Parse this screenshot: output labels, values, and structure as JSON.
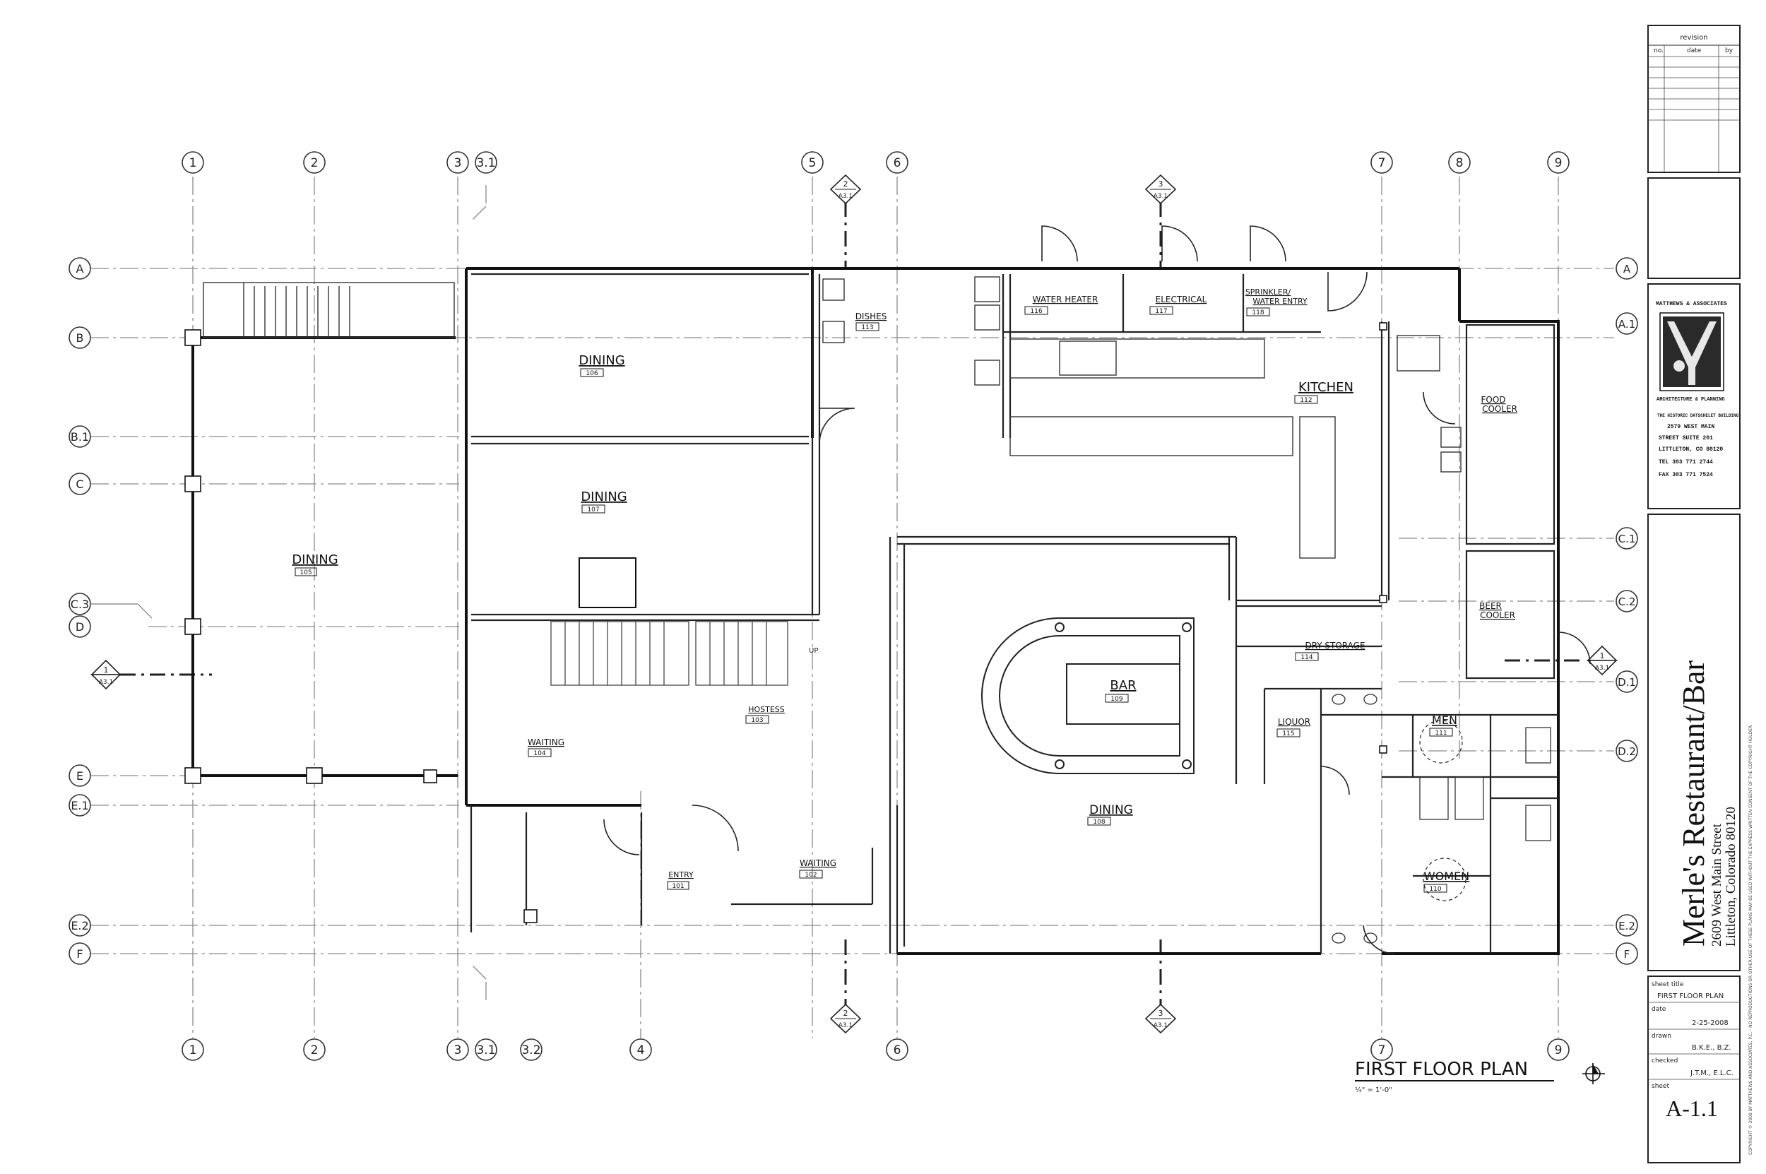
{
  "grid": {
    "columns": [
      "1",
      "2",
      "3",
      "3.1",
      "5",
      "6",
      "7",
      "8",
      "9"
    ],
    "columns_bottom": [
      "1",
      "2",
      "3",
      "3.1",
      "3.2",
      "4",
      "6",
      "7",
      "9"
    ],
    "rows_left": [
      "A",
      "B",
      "B.1",
      "C",
      "C.3",
      "D",
      "E",
      "E.1",
      "E.2",
      "F"
    ],
    "rows_right": [
      "A",
      "A.1",
      "C.1",
      "C.2",
      "D.1",
      "D.2",
      "E.2",
      "F"
    ]
  },
  "section_markers": [
    {
      "num": "2",
      "sheet": "A3.1"
    },
    {
      "num": "3",
      "sheet": "A3.1"
    },
    {
      "num": "1",
      "sheet": "A3.1"
    },
    {
      "num": "2",
      "sheet": "A3.1"
    },
    {
      "num": "3",
      "sheet": "A3.1"
    },
    {
      "num": "1",
      "sheet": "A3.1"
    }
  ],
  "rooms": {
    "dining_105": {
      "name": "DINING",
      "num": "105"
    },
    "dining_106": {
      "name": "DINING",
      "num": "106"
    },
    "dining_107": {
      "name": "DINING",
      "num": "107"
    },
    "dining_108": {
      "name": "DINING",
      "num": "108"
    },
    "waiting_104": {
      "name": "WAITING",
      "num": "104"
    },
    "waiting_102": {
      "name": "WAITING",
      "num": "102"
    },
    "entry_101": {
      "name": "ENTRY",
      "num": "101"
    },
    "hostess_103": {
      "name": "HOSTESS",
      "num": "103"
    },
    "bar_109": {
      "name": "BAR",
      "num": "109"
    },
    "liquor_115": {
      "name": "LIQUOR",
      "num": "115"
    },
    "men_111": {
      "name": "MEN",
      "num": "111"
    },
    "women_110": {
      "name": "WOMEN",
      "num": "110"
    },
    "kitchen_112": {
      "name": "KITCHEN",
      "num": "112"
    },
    "dishes_113": {
      "name": "DISHES",
      "num": "113"
    },
    "water_heater_116": {
      "name": "WATER HEATER",
      "num": "116"
    },
    "electrical_117": {
      "name": "ELECTRICAL",
      "num": "117"
    },
    "sprinkler_118": {
      "name_1": "SPRINKLER/",
      "name_2": "WATER ENTRY",
      "num": "118"
    },
    "dry_storage_114": {
      "name": "DRY STORAGE",
      "num": "114"
    },
    "food_cooler": {
      "name_1": "FOOD",
      "name_2": "COOLER"
    },
    "beer_cooler": {
      "name_1": "BEER",
      "name_2": "COOLER"
    }
  },
  "stair_up": "UP",
  "plan_title": "FIRST FLOOR PLAN",
  "plan_scale": "¼\" = 1'-0\"",
  "title_block": {
    "revision": {
      "header": "revision",
      "col_no": "no.",
      "col_date": "date",
      "col_by": "by"
    },
    "firm": {
      "name": "MATTHEWS & ASSOCIATES",
      "tagline": "ARCHITECTURE & PLANNING",
      "building": "THE HISTORIC DATSCHELET BUILDING",
      "addr1": "2579 WEST MAIN",
      "addr2": "STREET SUITE 201",
      "addr3": "LITTLETON, CO 80120",
      "tel": "TEL 303 771 2744",
      "fax": "FAX 303 771 7524"
    },
    "project": {
      "title": "Merle's Restaurant/Bar",
      "address": "2609 West Main Street",
      "city": "Littleton, Colorado  80120"
    },
    "copyright": "COPYRIGHT © 2008 BY MATTHEWS AND ASSOCIATES, P.C. - NO REPRODUCTIONS OR OTHER USE OF THESE PLANS MAY BE USED WITHOUT THE EXPRESS WRITTEN CONSENT OF THE COPYRIGHT HOLDER.",
    "sheet_info": {
      "sheet_title_label": "sheet title",
      "sheet_title": "FIRST FLOOR PLAN",
      "date_label": "date",
      "date": "2-25-2008",
      "drawn_label": "drawn",
      "drawn": "B.K.E., B.Z.",
      "checked_label": "checked",
      "checked": "J.T.M., E.L.C.",
      "sheet_label": "sheet",
      "sheet": "A-1.1"
    }
  }
}
